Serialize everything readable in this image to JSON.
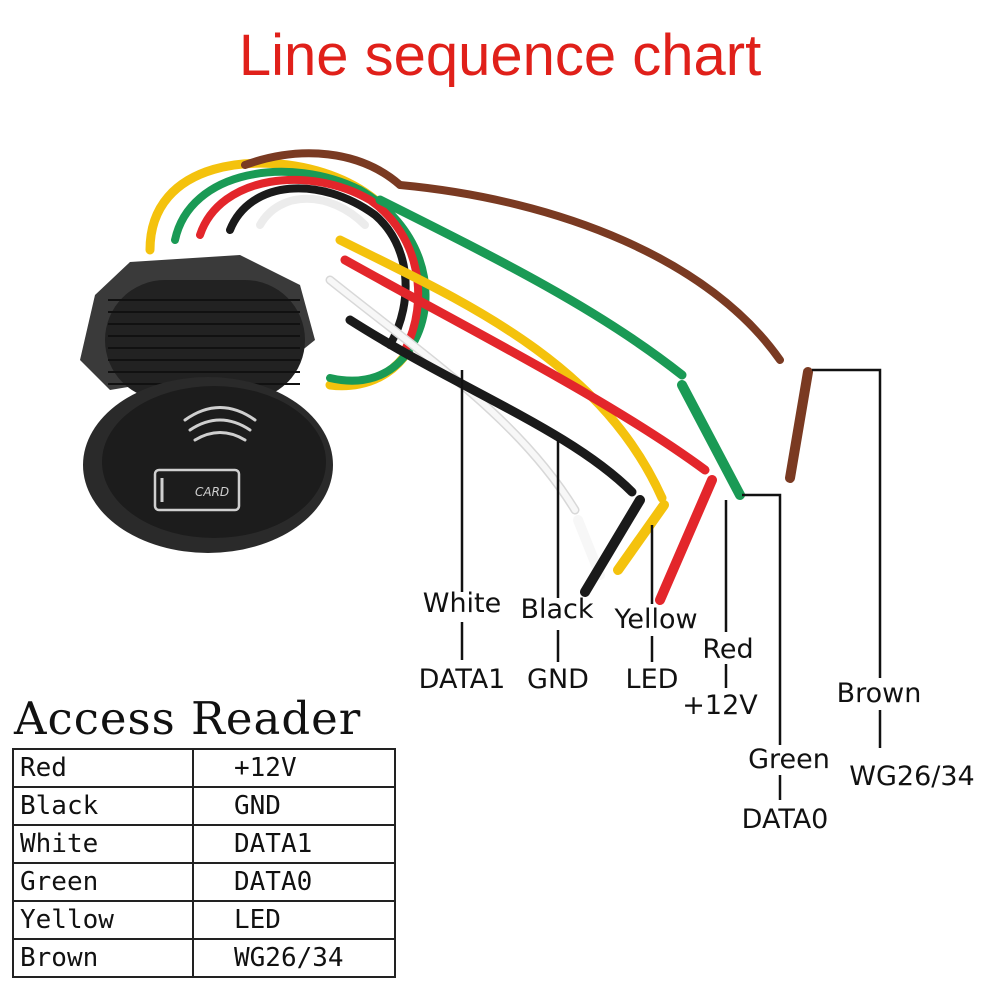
{
  "title": "Line sequence chart",
  "device": {
    "face_label": "CARD"
  },
  "wires": [
    {
      "color_name": "White",
      "signal": "DATA1",
      "hex": "#f2f2f2"
    },
    {
      "color_name": "Black",
      "signal": "GND",
      "hex": "#1a1a1a"
    },
    {
      "color_name": "Yellow",
      "signal": "LED",
      "hex": "#f4c20d"
    },
    {
      "color_name": "Red",
      "signal": "+12V",
      "hex": "#e3262b"
    },
    {
      "color_name": "Green",
      "signal": "DATA0",
      "hex": "#1a9a55"
    },
    {
      "color_name": "Brown",
      "signal": "WG26/34",
      "hex": "#7a3a22"
    }
  ],
  "table": {
    "title": "Access Reader",
    "rows": [
      {
        "color": "Red",
        "signal": "+12V"
      },
      {
        "color": "Black",
        "signal": "GND"
      },
      {
        "color": "White",
        "signal": "DATA1"
      },
      {
        "color": "Green",
        "signal": "DATA0"
      },
      {
        "color": "Yellow",
        "signal": "LED"
      },
      {
        "color": "Brown",
        "signal": "WG26/34"
      }
    ]
  },
  "colors": {
    "title": "#e0201a",
    "text": "#111111",
    "device_body": "#2a2a2a"
  }
}
